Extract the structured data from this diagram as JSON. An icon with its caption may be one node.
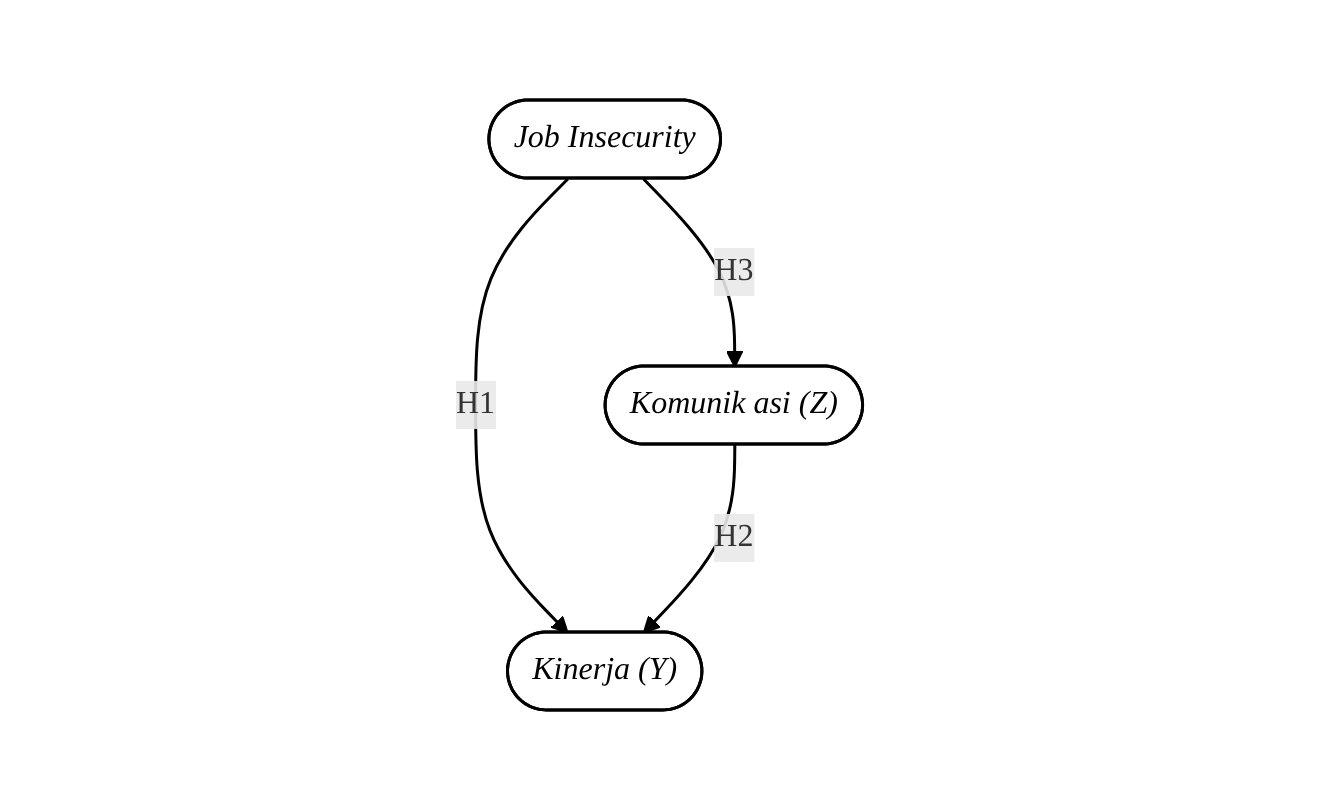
{
  "diagram": {
    "nodes": [
      {
        "text": [
          "Job Insecurity"
        ]
      },
      {
        "text": [
          "Komunik asi (Z)"
        ]
      },
      {
        "text": [
          "Kinerja (Y)"
        ]
      }
    ],
    "edges": [
      {
        "from": 0,
        "to": 2,
        "arrow": "to",
        "label": "H1"
      },
      {
        "from": 0,
        "to": 1,
        "arrow": "to",
        "label": "H3"
      },
      {
        "from": 1,
        "to": 2,
        "arrow": "to",
        "label": "H2"
      }
    ]
  }
}
